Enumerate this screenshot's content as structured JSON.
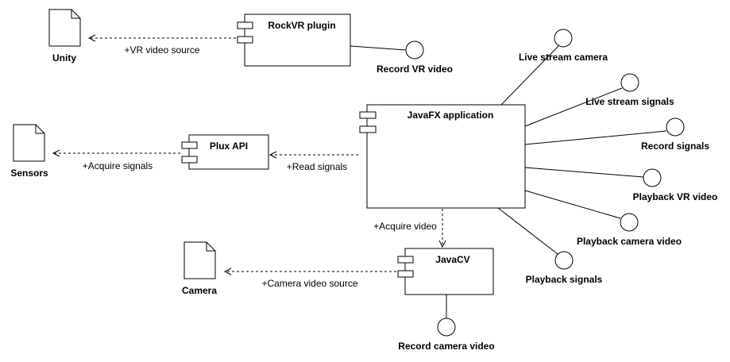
{
  "artifacts": {
    "unity": "Unity",
    "sensors": "Sensors",
    "camera": "Camera"
  },
  "components": {
    "rockvr": "RockVR plugin",
    "javafx": "JavaFX application",
    "plux": "Plux API",
    "javacv": "JavaCV"
  },
  "interfaces": {
    "record_vr_video": "Record VR video",
    "live_stream_camera": "Live stream camera",
    "live_stream_signals": "Live stream signals",
    "record_signals": "Record signals",
    "playback_vr_video": "Playback VR video",
    "playback_camera_video": "Playback camera video",
    "playback_signals": "Playback signals",
    "record_camera_video": "Record camera video"
  },
  "dependencies": {
    "vr_video_source": "+VR video source",
    "acquire_signals": "+Acquire signals",
    "read_signals": "+Read signals",
    "acquire_video": "+Acquire video",
    "camera_video_source": "+Camera video source"
  }
}
